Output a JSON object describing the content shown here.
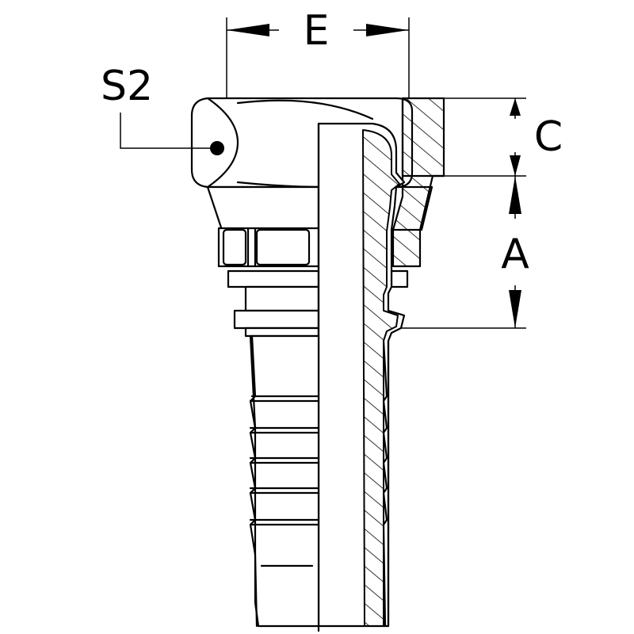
{
  "labels": {
    "E": "E",
    "S2": "S2",
    "C": "C",
    "A": "A"
  }
}
